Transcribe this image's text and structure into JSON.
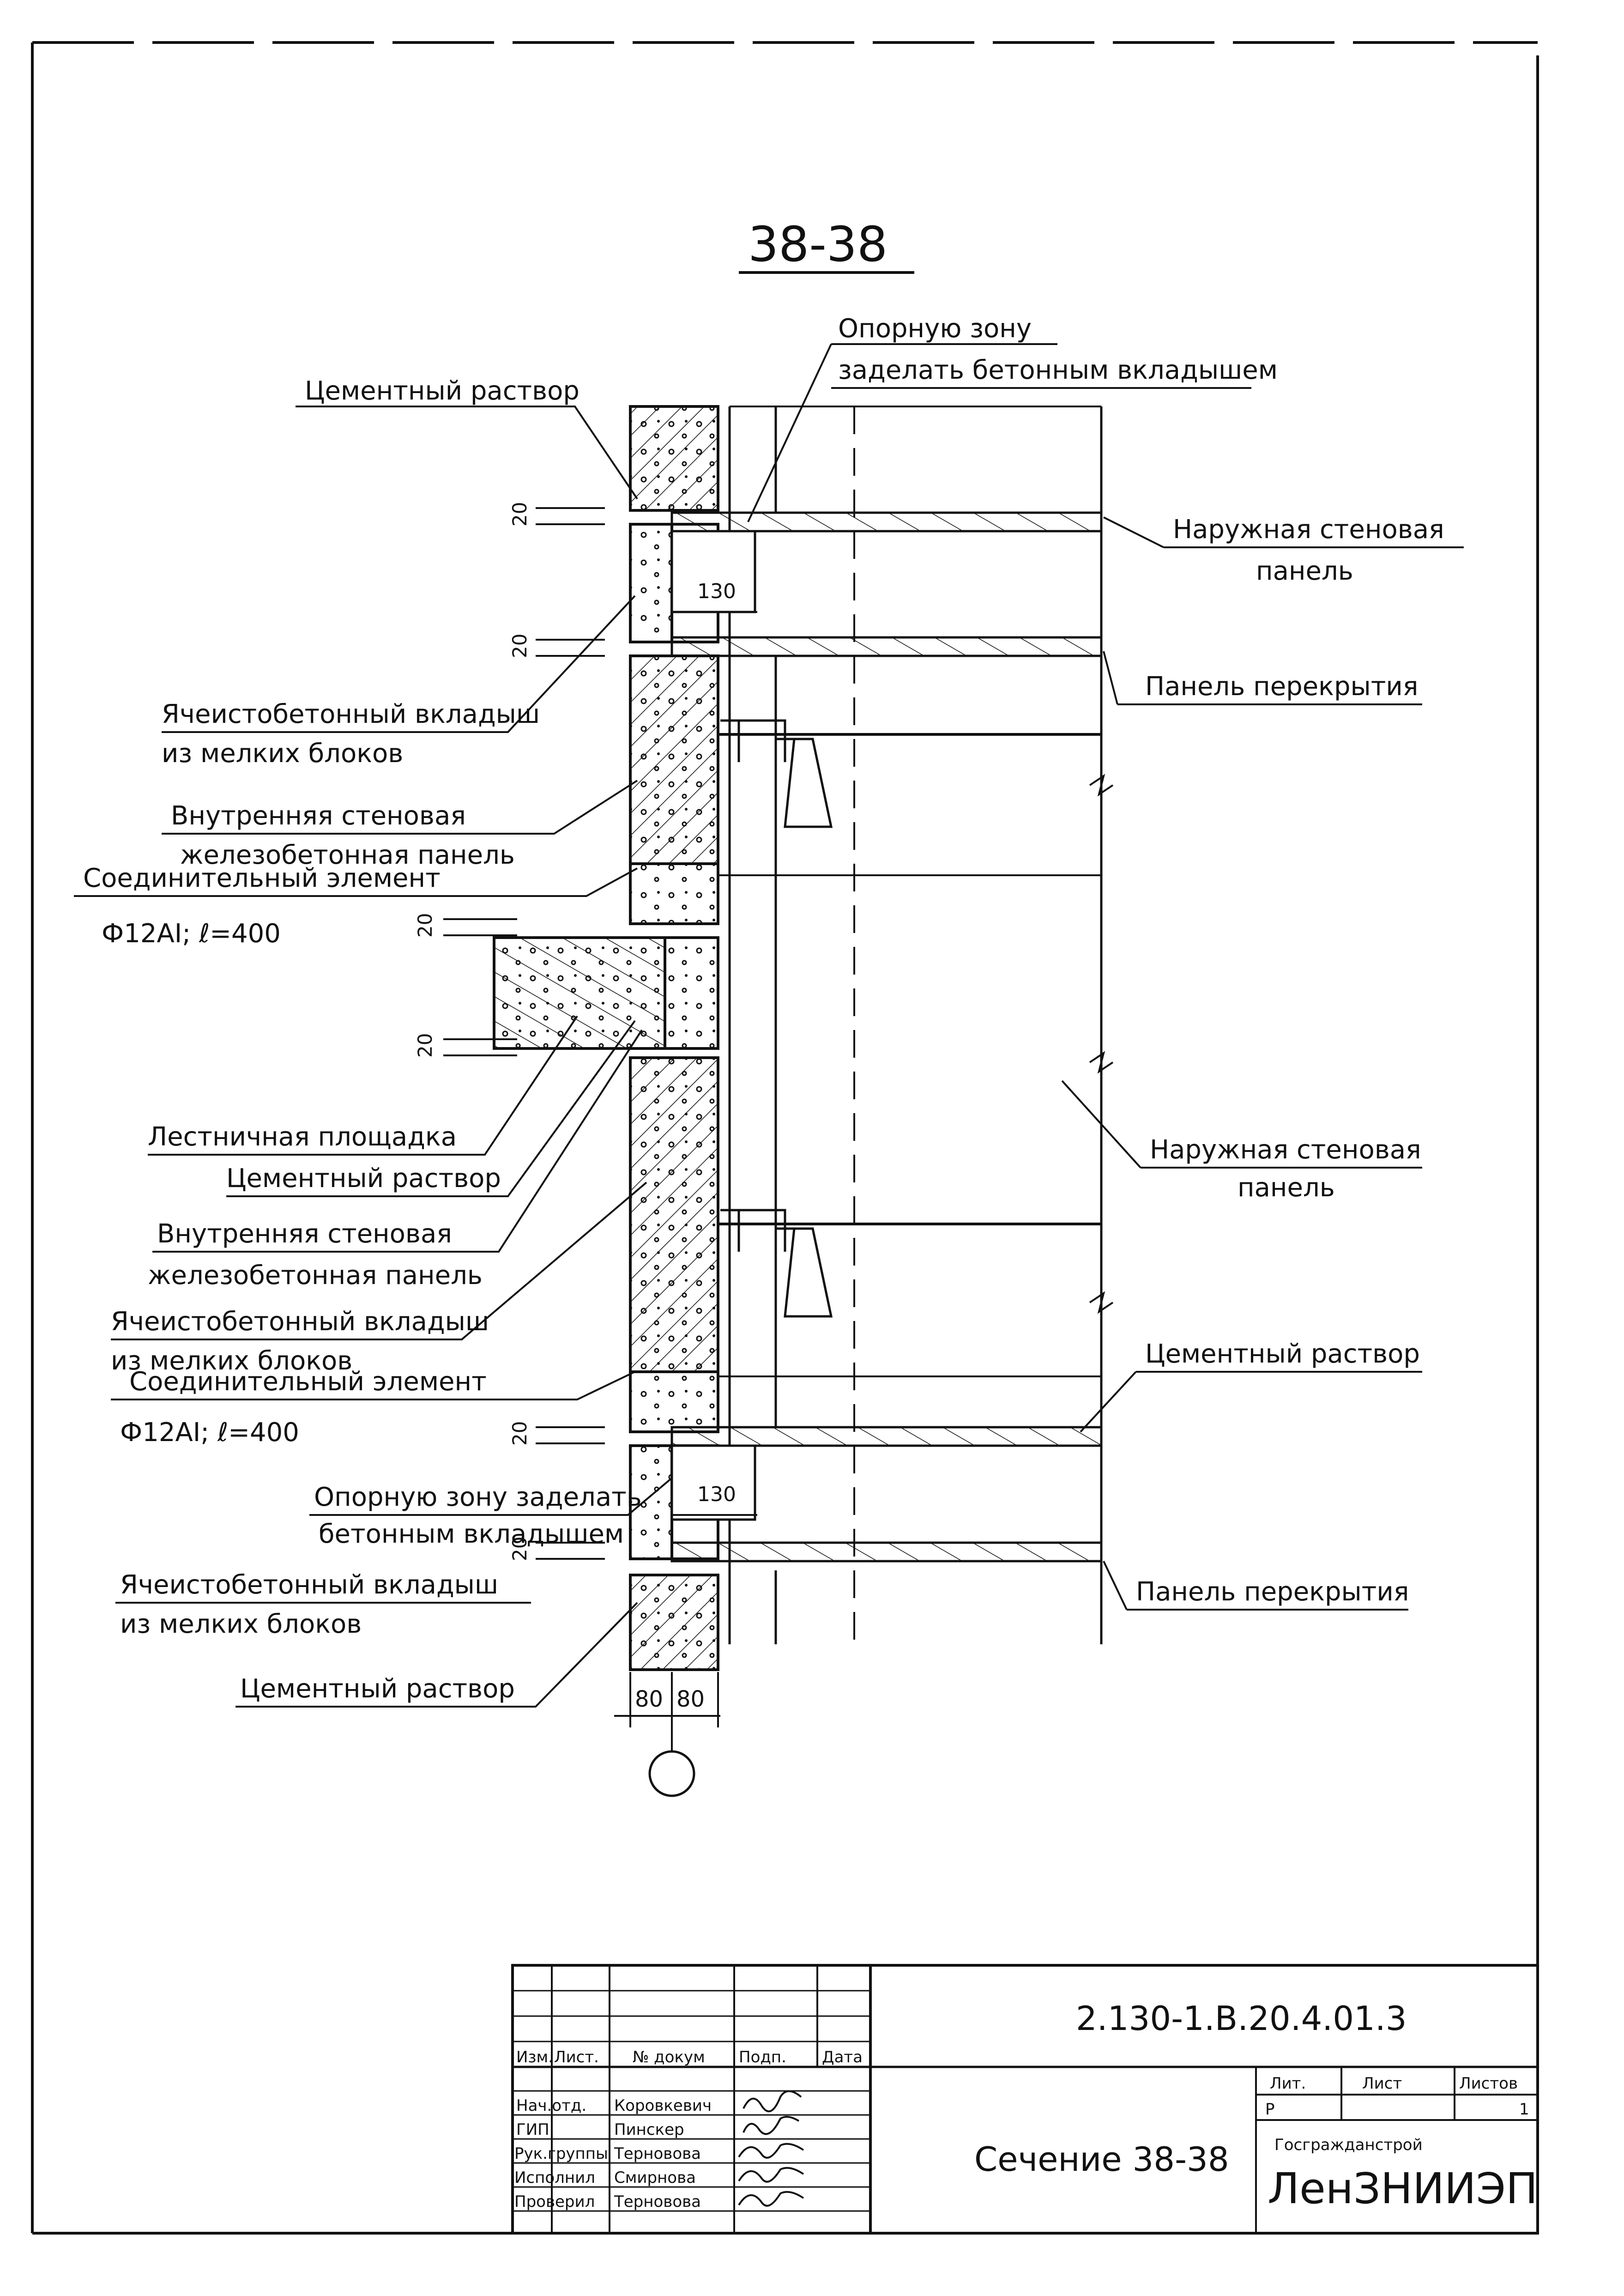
{
  "section_title": "38-38",
  "labels": {
    "support_zone_top_1": "Опорную зону",
    "support_zone_top_2": "заделать бетонным вкладышем",
    "cement_mortar_top": "Цементный раствор",
    "outer_panel_top_1": "Наружная стеновая",
    "outer_panel_top_2": "панель",
    "floor_panel_top": "Панель перекрытия",
    "aerated_insert_1a": "Ячеистобетонный вкладыш",
    "aerated_insert_1b": "из мелких блоков",
    "inner_panel_1a": "Внутренняя стеновая",
    "inner_panel_1b": "железобетонная панель",
    "connector_1a": "Соединительный элемент",
    "connector_1b": "Ф12АI; ℓ=400",
    "stair_landing": "Лестничная площадка",
    "cement_mortar_mid": "Цементный раствор",
    "inner_panel_2a": "Внутренняя стеновая",
    "inner_panel_2b": "железобетонная панель",
    "aerated_insert_2a": "Ячеистобетонный вкладыш",
    "aerated_insert_2b": "из мелких блоков",
    "connector_2a": "Соединительный элемент",
    "connector_2b": "Ф12АI; ℓ=400",
    "outer_panel_mid_1": "Наружная стеновая",
    "outer_panel_mid_2": "панель",
    "cement_mortar_right": "Цементный раствор",
    "support_zone_bot_1": "Опорную зону заделать",
    "support_zone_bot_2": "бетонным вкладышем",
    "floor_panel_bot": "Панель перекрытия",
    "aerated_insert_3a": "Ячеистобетонный вкладыш",
    "aerated_insert_3b": "из мелких блоков",
    "cement_mortar_bot": "Цементный раствор"
  },
  "dimensions": {
    "gap_20_a": "20",
    "gap_20_b": "20",
    "gap_20_c": "20",
    "gap_20_d": "20",
    "gap_20_e": "20",
    "gap_20_f": "20",
    "bearing_130_top": "130",
    "bearing_130_bot": "130",
    "width_80_left": "80",
    "width_80_right": "80"
  },
  "title_block": {
    "doc_code": "2.130-1.В.20.4.01.3",
    "sheet_title": "Сечение 38-38",
    "col_izm": "Изм.",
    "col_list": "Лист.",
    "col_ndok": "№ докум",
    "col_podp": "Подп.",
    "col_data": "Дата",
    "roles": [
      {
        "role": "Нач.отд.",
        "name": "Коровкевич"
      },
      {
        "role": "ГИП",
        "name": "Пинскер"
      },
      {
        "role": "Рук.группы",
        "name": "Терновова"
      },
      {
        "role": "Исполнил",
        "name": "Смирнова"
      },
      {
        "role": "Проверил",
        "name": "Терновова"
      }
    ],
    "lit_header": "Лит.",
    "list_header": "Лист",
    "listov_header": "Листов",
    "lit_value": "Р",
    "listov_value": "1",
    "org_line1": "Госгражданстрой",
    "org_line2": "ЛенЗНИИЭП"
  }
}
